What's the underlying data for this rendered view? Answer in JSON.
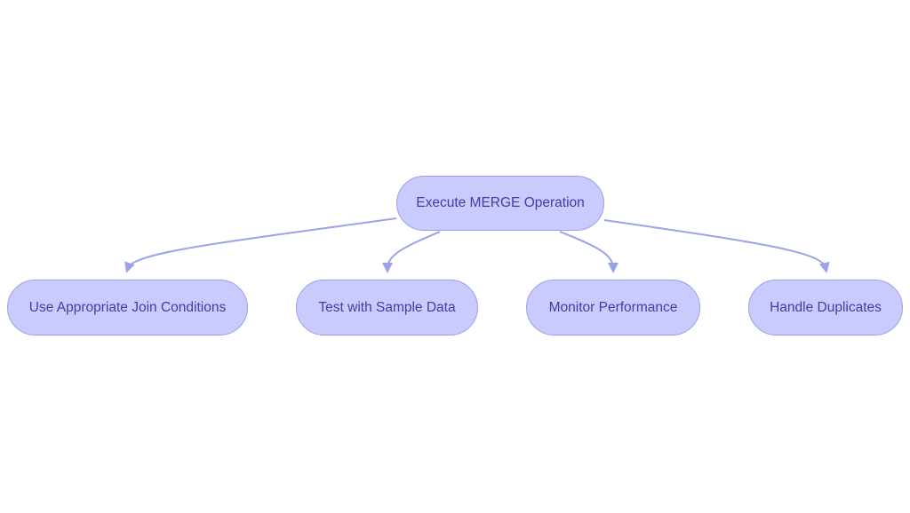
{
  "diagram": {
    "root": {
      "label": "Execute MERGE Operation"
    },
    "children": [
      {
        "label": "Use Appropriate Join Conditions"
      },
      {
        "label": "Test with Sample Data"
      },
      {
        "label": "Monitor Performance"
      },
      {
        "label": "Handle Duplicates"
      }
    ],
    "colors": {
      "node_fill": "#c8cbfb",
      "node_border": "#9aa0ea",
      "edge": "#9ba3e8",
      "text": "#3f3fa6"
    }
  }
}
